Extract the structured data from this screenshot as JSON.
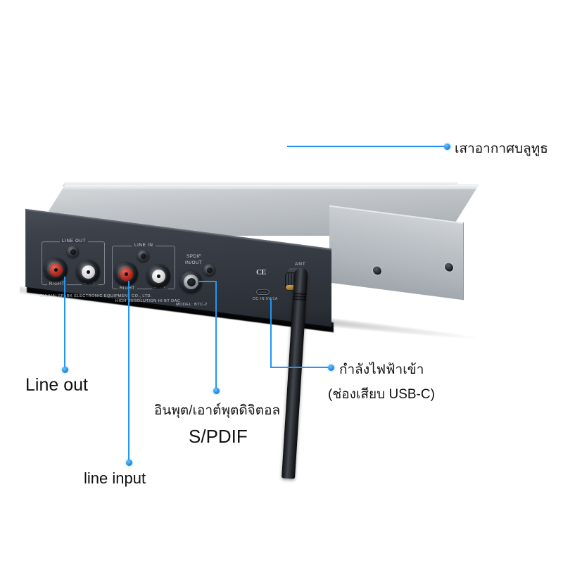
{
  "page": {
    "title": "Bluetooth DAC rear panel annotated diagram",
    "background": "#ffffff",
    "accent_color": "#2196f3"
  },
  "device": {
    "brand_line": "ZHUHAI SPARK ELECTRONIC EQUIPMENT CO., LTD.",
    "product_line": "HIGH RESOLUTION HI BT DAC",
    "model_line": "MODEL: BTC-2",
    "power_rating": "DC IN 5V/1A",
    "ce_mark": "CE",
    "antenna_label": "ANT",
    "groups": [
      {
        "name": "line-out",
        "title": "LINE OUT",
        "left_label": "LEFT",
        "right_label": "RIGHT"
      },
      {
        "name": "line-in",
        "title": "LINE IN",
        "left_label": "LEFT",
        "right_label": "RIGHT"
      }
    ],
    "spdif": {
      "line1": "SPDIF",
      "line2": "IN/OUT"
    }
  },
  "callouts": [
    {
      "id": "bluetooth-antenna",
      "label": "เสาอากาศบลูทูธ",
      "target": "antenna"
    },
    {
      "id": "power-input",
      "label": "กำลังไฟฟ้าเข้า",
      "sublabel": "(ช่องเสียบ USB-C)",
      "target": "usb-c-port"
    },
    {
      "id": "spdif",
      "label": "อินพุต/เอาต์พุตดิจิตอล",
      "sublabel": "S/PDIF",
      "target": "spdif-coax"
    },
    {
      "id": "line-out",
      "label": "Line out",
      "target": "line-out-rca"
    },
    {
      "id": "line-input",
      "label": "line input",
      "target": "line-in-rca"
    }
  ]
}
